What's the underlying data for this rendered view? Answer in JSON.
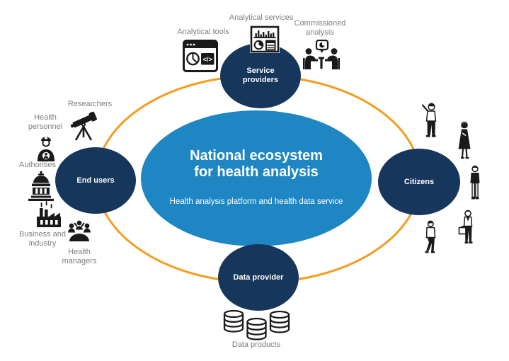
{
  "colors": {
    "navy": "#17365C",
    "blue": "#1E86C3",
    "orange": "#F59C1F",
    "label_grey": "#7F7F7F",
    "icon_black": "#1A1A1A",
    "white": "#FFFFFF"
  },
  "center": {
    "title_line1": "National ecosystem",
    "title_line2": "for health analysis",
    "subtitle": "Health analysis platform and health data service"
  },
  "nodes": {
    "service_providers": {
      "label": "Service providers"
    },
    "end_users": {
      "label": "End users"
    },
    "citizens": {
      "label": "Citizens"
    },
    "data_provider": {
      "label": "Data provider"
    }
  },
  "labels": {
    "analytical_tools": "Analytical tools",
    "analytical_services": "Analytical services",
    "commissioned_analysis": "Commissioned analysis",
    "researchers": "Researchers",
    "health_personnel": "Health personnel",
    "authorities": "Authorities",
    "business_industry": "Business and industry",
    "health_managers": "Health managers",
    "data_products": "Data products"
  },
  "icons": {
    "analytical_tools": "browser-code-pie-icon",
    "analytical_services": "dashboard-report-icon",
    "commissioned_analysis": "meeting-discussion-icon",
    "researchers": "telescope-icon",
    "health_personnel": "health-worker-icon",
    "authorities": "government-building-icon",
    "business_industry": "factory-icon",
    "health_managers": "team-meeting-icon",
    "data_products": "database-cylinders-icon",
    "citizens": "people-figures-icon"
  }
}
